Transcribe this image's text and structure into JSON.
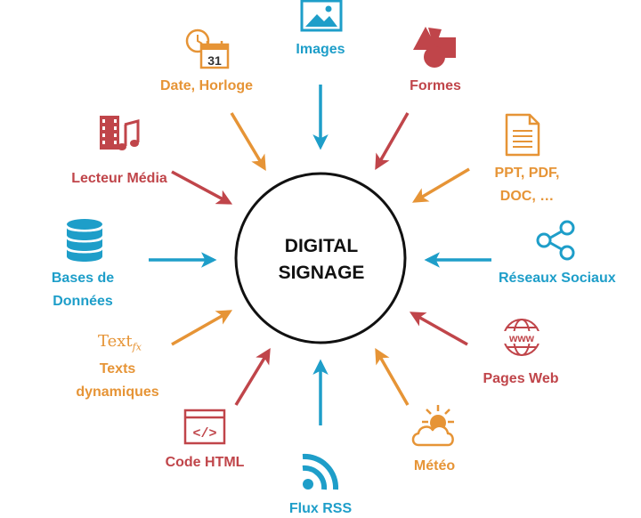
{
  "center": {
    "line1": "DIGITAL",
    "line2": "SIGNAGE"
  },
  "colors": {
    "blue": "#1e9ec9",
    "red": "#c0454a",
    "orange": "#e69436",
    "circle": "#111111"
  },
  "items": {
    "images": {
      "label": "Images",
      "icon": "image-icon",
      "color": "blue"
    },
    "formes": {
      "label": "Formes",
      "icon": "shapes-icon",
      "color": "red"
    },
    "documents": {
      "line1": "PPT, PDF,",
      "line2": "DOC, …",
      "icon": "document-icon",
      "color": "orange"
    },
    "reseaux": {
      "label": "Réseaux Sociaux",
      "icon": "share-icon",
      "color": "blue"
    },
    "pages_web": {
      "label": "Pages Web",
      "icon": "globe-www-icon",
      "color": "red"
    },
    "meteo": {
      "label": "Météo",
      "icon": "weather-icon",
      "color": "orange"
    },
    "flux_rss": {
      "label": "Flux RSS",
      "icon": "rss-icon",
      "color": "blue"
    },
    "code_html": {
      "label": "Code HTML",
      "icon": "code-icon",
      "color": "red"
    },
    "texts": {
      "icon_text": "Text",
      "icon_sub": "fx",
      "line1": "Texts",
      "line2": "dynamiques",
      "color": "orange"
    },
    "bases": {
      "line1": "Bases de",
      "line2": "Données",
      "icon": "database-icon",
      "color": "blue"
    },
    "lecteur": {
      "label": "Lecteur Média",
      "icon": "media-player-icon",
      "color": "red"
    },
    "date": {
      "label": "Date, Horloge",
      "icon": "calendar-clock-icon",
      "calendar_day": "31",
      "color": "orange"
    }
  }
}
